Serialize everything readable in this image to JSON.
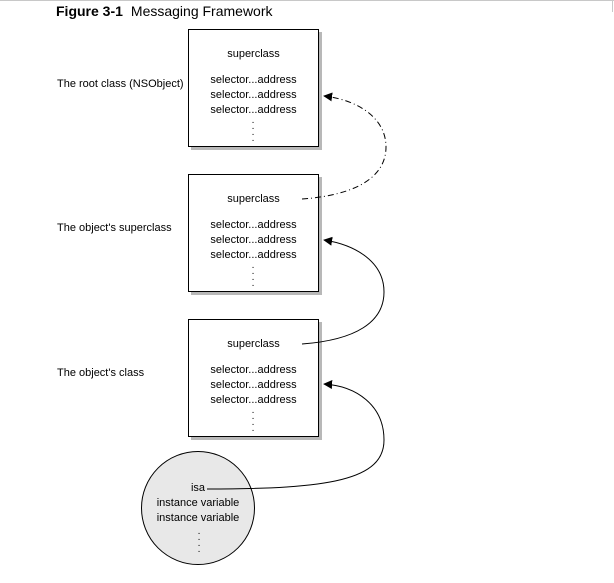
{
  "figure": {
    "number": "Figure 3-1",
    "title": "Messaging Framework"
  },
  "labels": {
    "root": "The root class (NSObject)",
    "superclass": "The object's superclass",
    "class": "The object's class"
  },
  "boxes": [
    {
      "superclass": "superclass",
      "selectors": [
        "selector...address",
        "selector...address",
        "selector...address"
      ]
    },
    {
      "superclass": "superclass",
      "selectors": [
        "selector...address",
        "selector...address",
        "selector...address"
      ]
    },
    {
      "superclass": "superclass",
      "selectors": [
        "selector...address",
        "selector...address",
        "selector...address"
      ]
    }
  ],
  "instance": {
    "isa": "isa",
    "variables": [
      "instance variable",
      "instance variable"
    ]
  }
}
